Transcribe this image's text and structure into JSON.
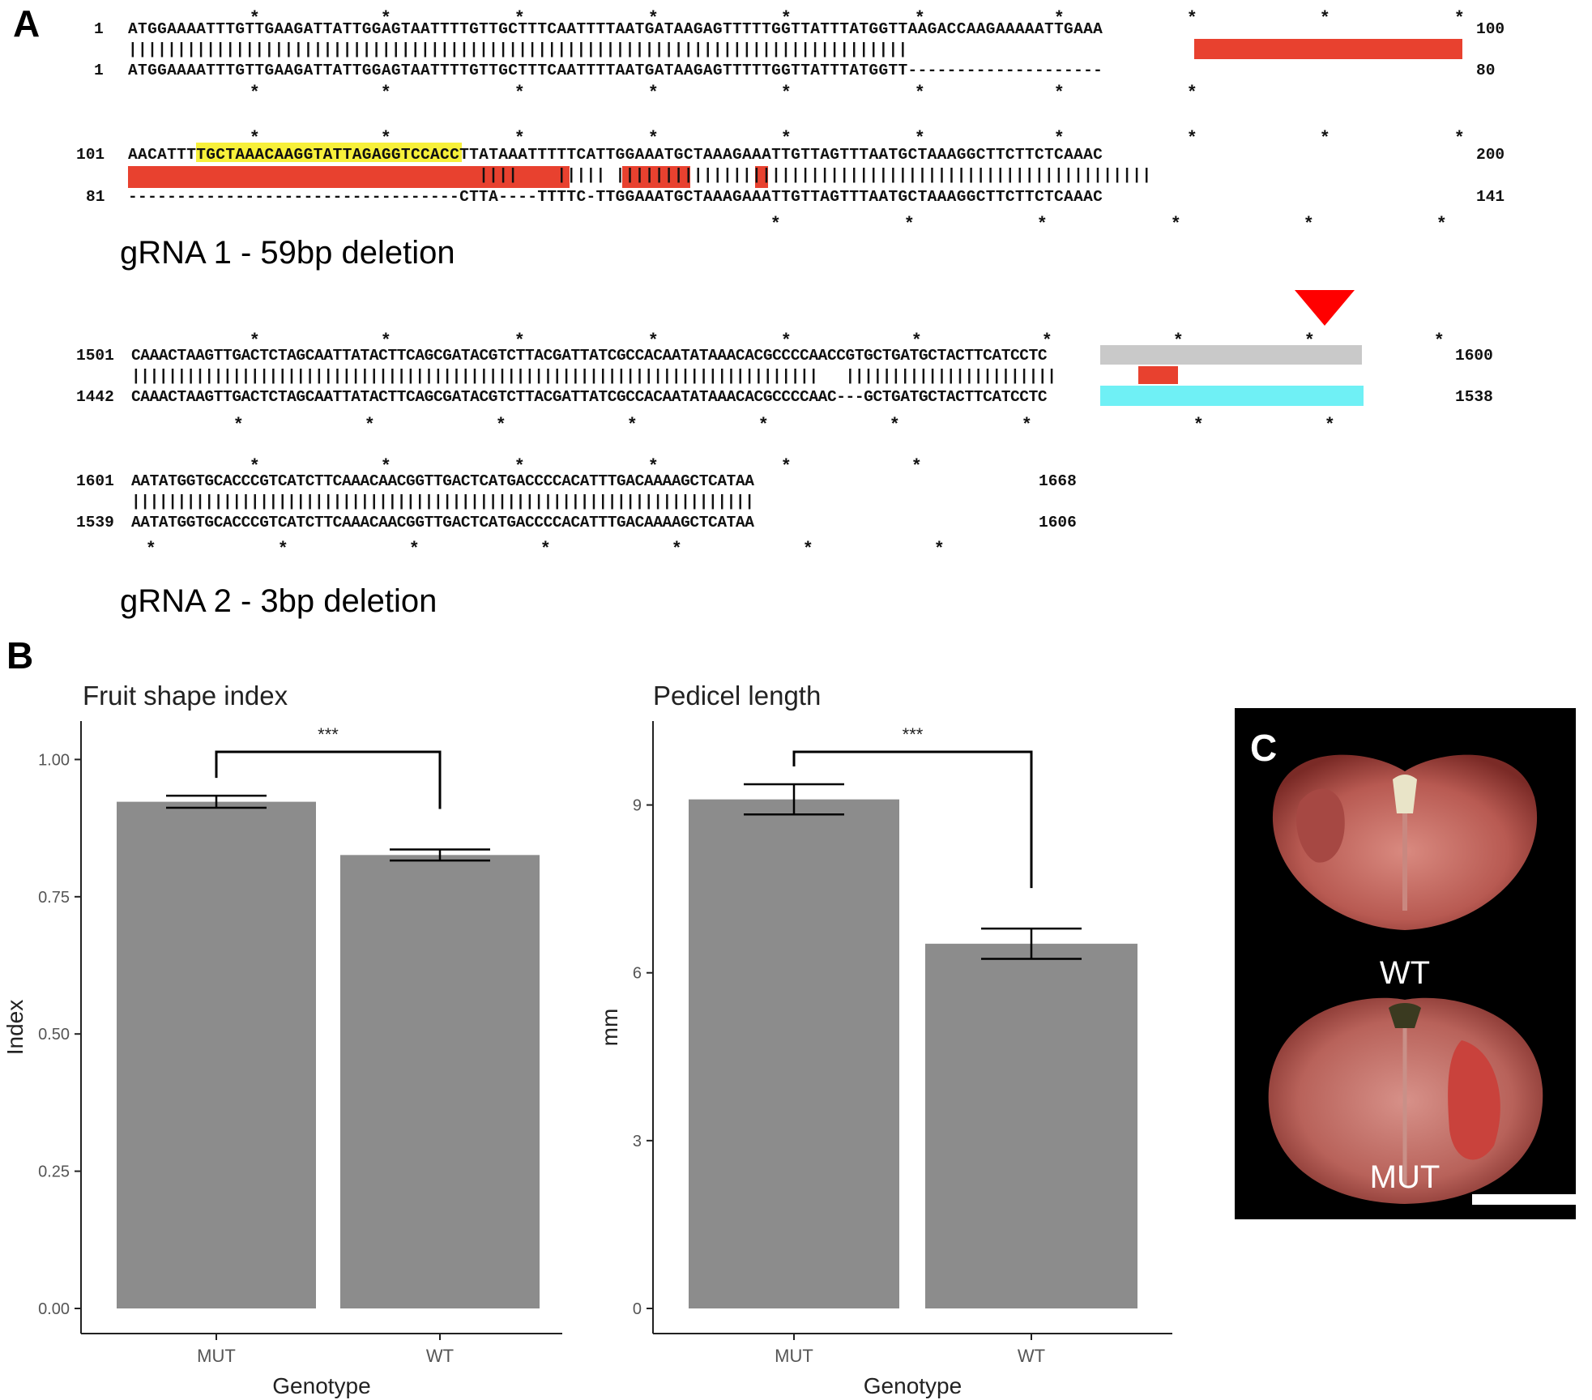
{
  "panels": {
    "a": "A",
    "b": "B",
    "c": "C"
  },
  "alignment1": {
    "row1": {
      "top_start": "1",
      "top_seq": "ATGGAAAATTTGTTGAAGATTATTGGAGTAATTTTGTTGCTTTCAATTTTAATGATAAGAGTTTTTGGTTATTTATGGTTAAGACCAAGAAAAATTGAAA",
      "top_end": "100",
      "bars": "||||||||||||||||||||||||||||||||||||||||||||||||||||||||||||||||||||||||||||||||",
      "bottom_start": "1",
      "bottom_seq": "ATGGAAAATTTGTTGAAGATTATTGGAGTAATTTTGTTGCTTTCAATTTTAATGATAAGAGTTTTTGGTTATTTATGGTT--------------------",
      "bottom_end": "80"
    },
    "row2": {
      "top_start": "101",
      "top_seq_pre": "AACAT",
      "top_seq_guide": "TTTGCTAAACAAGGTATTAG",
      "top_seq_post": "AGGTCCACCTTATAAATTTTTCATTGGAAATGCTAAAGAAATTGTTAGTTTAATGCTAAAGGCTTCTTCTCAAAC",
      "top_end": "200",
      "bars": "                                    ||||    ||||| |||||||||||||||||||||||||||||||||||||||||||||||||||||||",
      "bottom_start": "81",
      "bottom_seq": "----------------------------------CTTA----TTTTC-TTGGAAATGCTAAAGAAATTGTTAGTTTAATGCTAAAGGCTTCTTCTCAAAC",
      "bottom_end": "141"
    },
    "caption": "gRNA 1 - 59bp deletion"
  },
  "alignment2": {
    "row1": {
      "top_start": "1501",
      "top_seq_pre": "CAAACTAAGTTGACTCTAGCAATTATACTTCAGCGATACGTCTTACGATTATCGCCACAATATAAACACGCCCC",
      "top_seq_guide": "AACCGTGCTGATGCTACTTC",
      "top_seq_post": "ATCCTC",
      "top_end": "1600",
      "bars": "|||||||||||||||||||||||||||||||||||||||||||||||||||||||||||||||||||||||||||   |||||||||||||||||||||||",
      "bottom_start": "1442",
      "bottom_seq_pre": "CAAACTAAGTTGACTCTAGCAATTATACTTCAGCGATACGTCTTACGATTATCGCCACAATATAAACACGCCCC",
      "bottom_seq_guide": "AAC---GCTGATGCTACTTC",
      "bottom_seq_post": "ATCCTC",
      "bottom_end": "1538"
    },
    "row2": {
      "top_start": "1601",
      "top_seq": "AATATGGTGCACCCGTCATCTTCAAACAACGGTTGACTCATGACCCCACATTTGACAAAAGCTCATAA",
      "top_end": "1668",
      "bars": "||||||||||||||||||||||||||||||||||||||||||||||||||||||||||||||||||||",
      "bottom_start": "1539",
      "bottom_seq": "AATATGGTGCACCCGTCATCTTCAAACAACGGTTGACTCATGACCCCACATTTGACAAAAGCTCATAA",
      "bottom_end": "1606"
    },
    "caption": "gRNA 2 - 3bp deletion"
  },
  "colors": {
    "deletion": "#e8412f",
    "guide_yellow": "#f7f03a",
    "guide_gray": "#c9c9c9",
    "guide_cyan": "#6ff0f5",
    "bar": "#8c8c8c",
    "marker": "#ff0000"
  },
  "chart_data": [
    {
      "type": "bar",
      "title": "Fruit shape index",
      "categories": [
        "MUT",
        "WT"
      ],
      "values": [
        0.923,
        0.826
      ],
      "error": [
        0.011,
        0.01
      ],
      "xlabel": "Genotype",
      "ylabel": "Index",
      "ylim": [
        0,
        1.07
      ],
      "yticks": [
        "0.00",
        "0.25",
        "0.50",
        "0.75",
        "1.00"
      ],
      "significance": "***"
    },
    {
      "type": "bar",
      "title": "Pedicel length",
      "categories": [
        "MUT",
        "WT"
      ],
      "values": [
        9.1,
        6.52
      ],
      "error": [
        0.27,
        0.27
      ],
      "xlabel": "Genotype",
      "ylabel": "mm",
      "ylim": [
        0,
        10.5
      ],
      "yticks": [
        "0",
        "3",
        "6",
        "9"
      ],
      "significance": "***"
    }
  ],
  "photo": {
    "wt_label": "WT",
    "mut_label": "MUT"
  }
}
